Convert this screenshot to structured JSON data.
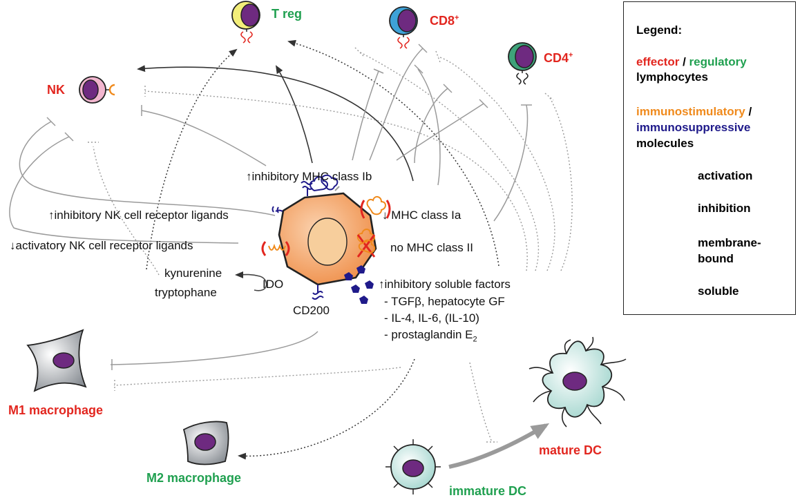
{
  "cells": {
    "treg": "T reg",
    "cd8": "CD8",
    "cd8_sup": "+",
    "cd4": "CD4",
    "cd4_sup": "+",
    "nk": "NK",
    "m1": "M1 macrophage",
    "m2": "M2 macrophage",
    "immature_dc": "immature DC",
    "mature_dc": "mature DC"
  },
  "labels": {
    "inhib_mhc_ib": "↑inhibitory MHC class Ib",
    "inhib_nk_ligands": "↑inhibitory NK cell receptor ligands",
    "activ_nk_ligands": "↓activatory NK cell receptor ligands",
    "mhc_ia": "↓ MHC class Ia",
    "no_mhc_ii": "no MHC class II",
    "kynurenine": "kynurenine",
    "tryptophane": "tryptophane",
    "ido": "IDO",
    "cd200": "CD200",
    "soluble_factors": "↑inhibitory soluble factors",
    "factor1": "- TGFβ, hepatocyte GF",
    "factor2": "- IL-4, IL-6, (IL-10)",
    "factor3": "- prostaglandin E",
    "factor3_sub": "2"
  },
  "legend": {
    "title": "Legend:",
    "effector": "effector",
    "slash1": " / ",
    "regulatory": "regulatory",
    "lymphocytes": "lymphocytes",
    "immunostimulatory": "immunostimulatory",
    "slash2": " /",
    "immunosuppressive": "immunosuppressive",
    "molecules": "molecules",
    "activation": "activation",
    "inhibition": "inhibition",
    "membrane": "membrane-",
    "bound": "bound",
    "soluble": "soluble"
  },
  "colors": {
    "effector_red": "#e2261f",
    "regulatory_green": "#20a050",
    "immunostimulatory_orange": "#f08a1c",
    "immunosuppressive_navy": "#1f1a8a",
    "activation_line": "#333333",
    "inhibition_line": "#9a9a9a",
    "msc_fill": "#f4a268",
    "nucleus_purple": "#6e2a80"
  }
}
